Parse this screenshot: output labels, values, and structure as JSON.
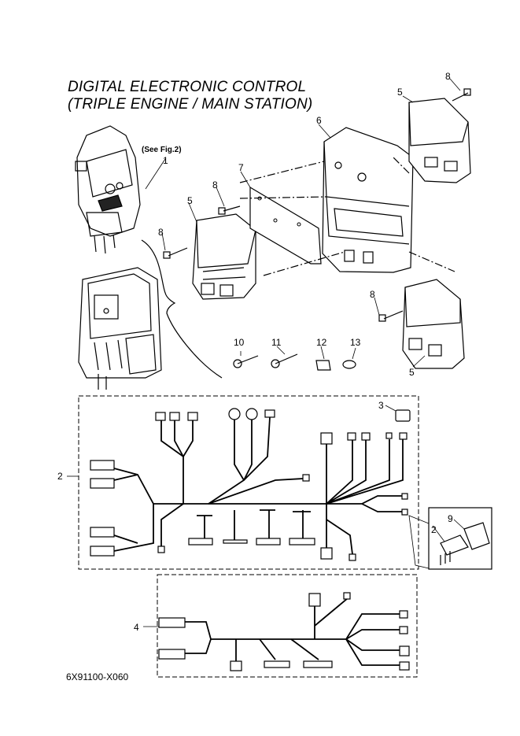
{
  "title": {
    "line1": "DIGITAL ELECTRONIC CONTROL",
    "line2": "(TRIPLE ENGINE / MAIN STATION)"
  },
  "see_note": "(See Fig.2)",
  "part_code": "6X91100-X060",
  "callouts": {
    "c1": "1",
    "c2": "2",
    "c2b": "2",
    "c3": "3",
    "c4": "4",
    "c5a": "5",
    "c5b": "5",
    "c5c": "5",
    "c6": "6",
    "c7": "7",
    "c8a": "8",
    "c8b": "8",
    "c8c": "8",
    "c8d": "8",
    "c9": "9",
    "c10": "10",
    "c11": "11",
    "c12": "12",
    "c13": "13"
  }
}
